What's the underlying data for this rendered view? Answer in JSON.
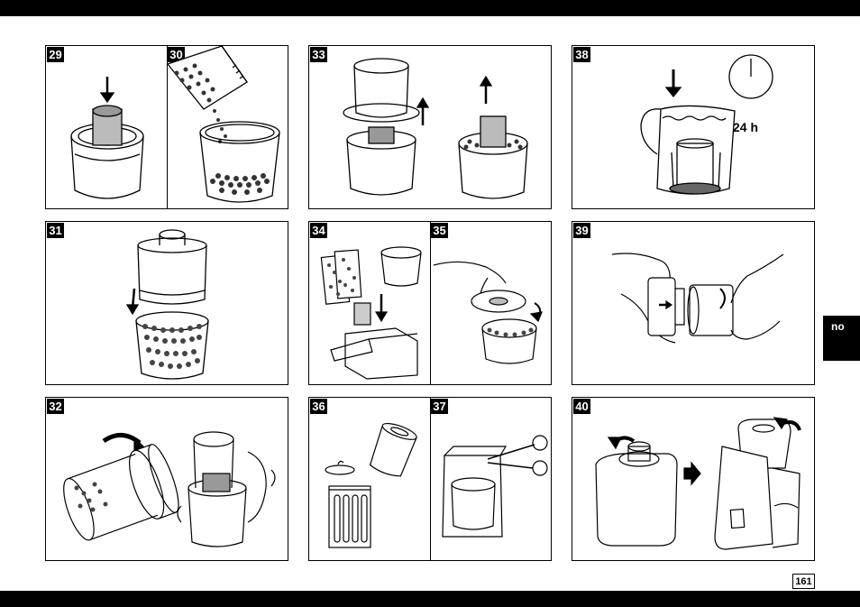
{
  "steps": {
    "s29": "29",
    "s30": "30",
    "s31": "31",
    "s32": "32",
    "s33": "33",
    "s34": "34",
    "s35": "35",
    "s36": "36",
    "s37": "37",
    "s38": "38",
    "s39": "39",
    "s40": "40"
  },
  "clock": {
    "label": "24 h"
  },
  "side_tab": {
    "language": "no"
  },
  "footer": {
    "page_number": "161"
  }
}
